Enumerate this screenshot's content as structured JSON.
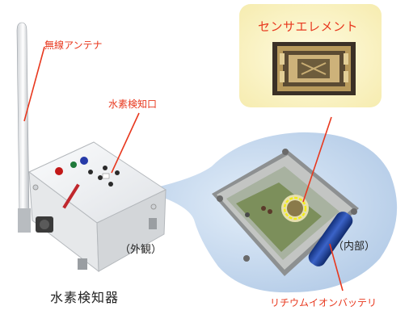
{
  "labels": {
    "antenna": "無線アンテナ",
    "detection_port": "水素検知口",
    "sensor_element": "センサエレメント",
    "exterior": "（外観）",
    "interior": "（内部）",
    "battery": "リチウムイオンバッテリ",
    "device_caption": "水素検知器"
  },
  "colors": {
    "label_red": "#e8381e",
    "callout_bg": "#fbf4c4",
    "interior_bg": "#c5d9ee",
    "device_body": "#eef0f2",
    "battery_blue": "#2046a8"
  }
}
